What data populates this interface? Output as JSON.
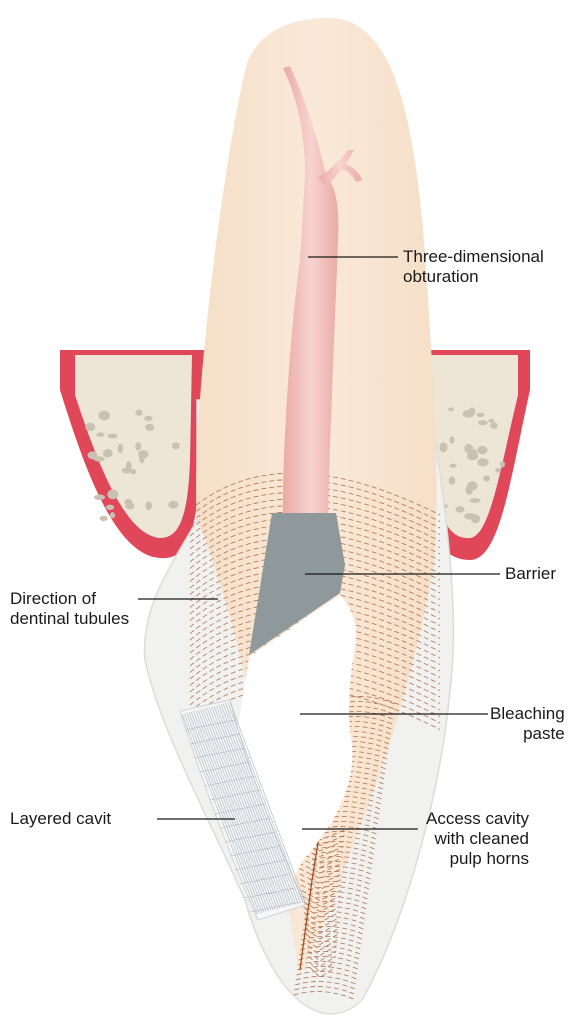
{
  "labels": {
    "obturation": [
      "Three-dimensional",
      "obturation"
    ],
    "barrier": [
      "Barrier"
    ],
    "tubules": [
      "Direction of",
      "dentinal tubules"
    ],
    "paste": [
      "Bleaching",
      "paste"
    ],
    "cavit": [
      "Layered cavit"
    ],
    "access": [
      "Access cavity",
      "with cleaned",
      "pulp horns"
    ]
  },
  "colors": {
    "root_dentin": "#f7e4cf",
    "crown_enamel": "#f1f1ef",
    "canal": "#f4c7c3",
    "barrier": "#8f999c",
    "gum": "#e4525f",
    "bone": "#ede5d6",
    "bone_particles": "#c9c1b3",
    "tubule_lines": "#9b4a1f",
    "label_text": "#1a1a1a"
  }
}
